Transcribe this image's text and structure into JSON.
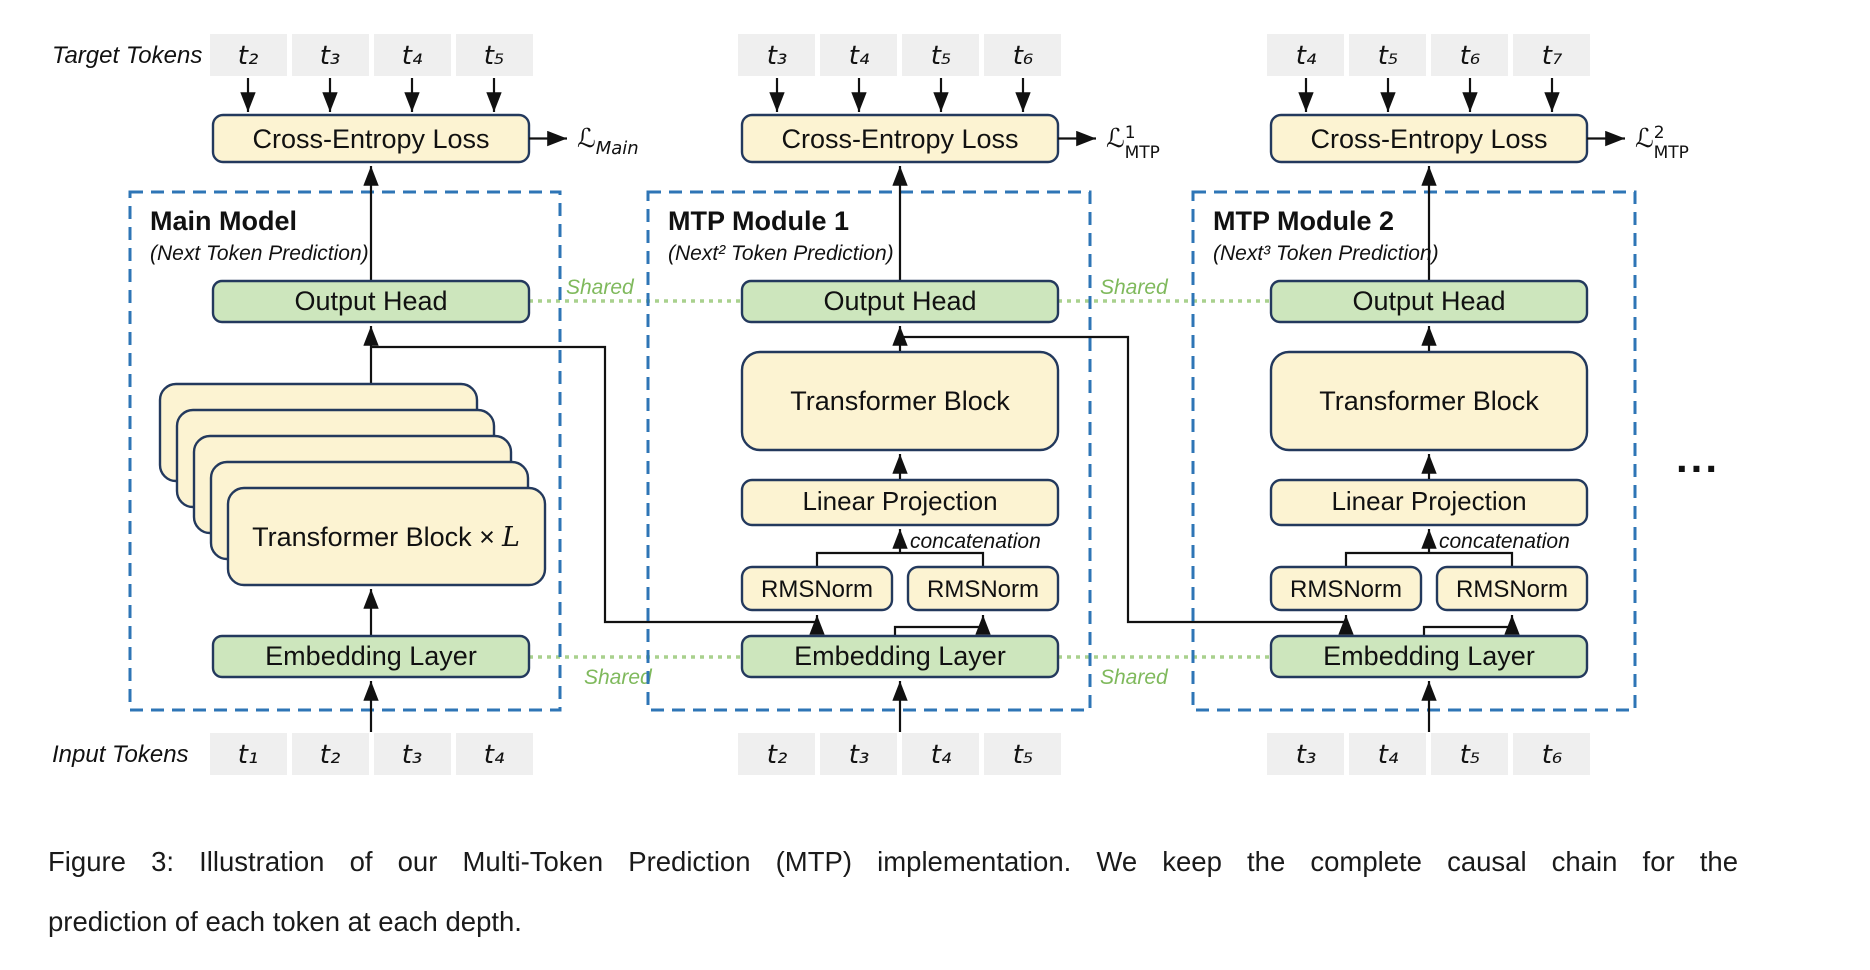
{
  "figure": {
    "labels": {
      "target_tokens": "Target Tokens",
      "input_tokens": "Input Tokens",
      "shared": "Shared",
      "concatenation": "concatenation",
      "ellipsis": "..."
    },
    "modules": [
      {
        "title": "Main Model",
        "subtitle": "(Next Token Prediction)",
        "target_tokens": [
          "t₂",
          "t₃",
          "t₄",
          "t₅"
        ],
        "input_tokens": [
          "t₁",
          "t₂",
          "t₃",
          "t₄"
        ],
        "cross_entropy": "Cross-Entropy Loss",
        "loss": {
          "symbol": "ℒ",
          "sub": "Main"
        },
        "output_head": "Output Head",
        "transformer_block": "Transformer Block ×",
        "transformer_block_var": "L",
        "embedding_layer": "Embedding Layer"
      },
      {
        "title": "MTP Module 1",
        "subtitle": "(Next² Token Prediction)",
        "target_tokens": [
          "t₃",
          "t₄",
          "t₅",
          "t₆"
        ],
        "input_tokens": [
          "t₂",
          "t₃",
          "t₄",
          "t₅"
        ],
        "cross_entropy": "Cross-Entropy Loss",
        "loss": {
          "symbol": "ℒ",
          "sup": "1",
          "sub": "MTP"
        },
        "output_head": "Output Head",
        "transformer_block": "Transformer Block",
        "linear_projection": "Linear Projection",
        "rmsnorm_left": "RMSNorm",
        "rmsnorm_right": "RMSNorm",
        "embedding_layer": "Embedding Layer"
      },
      {
        "title": "MTP Module 2",
        "subtitle": "(Next³ Token Prediction)",
        "target_tokens": [
          "t₄",
          "t₅",
          "t₆",
          "t₇"
        ],
        "input_tokens": [
          "t₃",
          "t₄",
          "t₅",
          "t₆"
        ],
        "cross_entropy": "Cross-Entropy Loss",
        "loss": {
          "symbol": "ℒ",
          "sup": "2",
          "sub": "MTP"
        },
        "output_head": "Output Head",
        "transformer_block": "Transformer Block",
        "linear_projection": "Linear Projection",
        "rmsnorm_left": "RMSNorm",
        "rmsnorm_right": "RMSNorm",
        "embedding_layer": "Embedding Layer"
      }
    ],
    "caption": {
      "line1": "Figure 3: Illustration of our Multi-Token Prediction (MTP) implementation. We keep the complete causal chain for the",
      "line2": "prediction of each token at each depth."
    }
  },
  "colors": {
    "block_yellow": "#FCF3D2",
    "block_green": "#CDE6BD",
    "border_navy": "#23395D",
    "token_gray": "#EFEFEF",
    "dashed_blue": "#2E75B6",
    "dotted_green": "#A9D18D",
    "shared_green": "#7FB95C",
    "ink": "#111111",
    "page_bg": "#FFFFFF"
  }
}
